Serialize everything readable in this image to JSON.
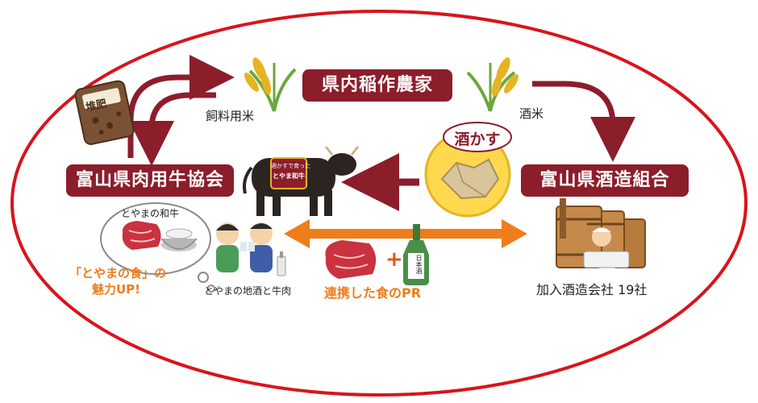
{
  "nodes": {
    "farmers": "県内稲作農家",
    "beef_assoc": "富山県肉用牛協会",
    "brewers": "富山県酒造組合"
  },
  "labels": {
    "feed_rice": "飼料用米",
    "sake_rice": "酒米",
    "compost": "堆肥",
    "sake_lees": "酒かす",
    "cow_tag_line1": "酒かすで育った",
    "cow_tag_line2": "とやま和牛",
    "toyama_wagyu": "とやまの和牛",
    "toyama_food_line1": "「とやまの食」の",
    "toyama_food_line2": "魅力UP!",
    "sake_and_beef": "とやまの地酒と牛肉",
    "joint_pr": "連携した食のPR",
    "member_breweries": "加入酒造会社 19社",
    "sake_bottle_text": "日本酒"
  },
  "colors": {
    "node_fill": "#8c1d2b",
    "ellipse_stroke": "#d8141c",
    "arrow_red": "#8c1d2b",
    "arrow_orange": "#ee7d1a",
    "sake_lees_bubble": "#ffd84d"
  }
}
